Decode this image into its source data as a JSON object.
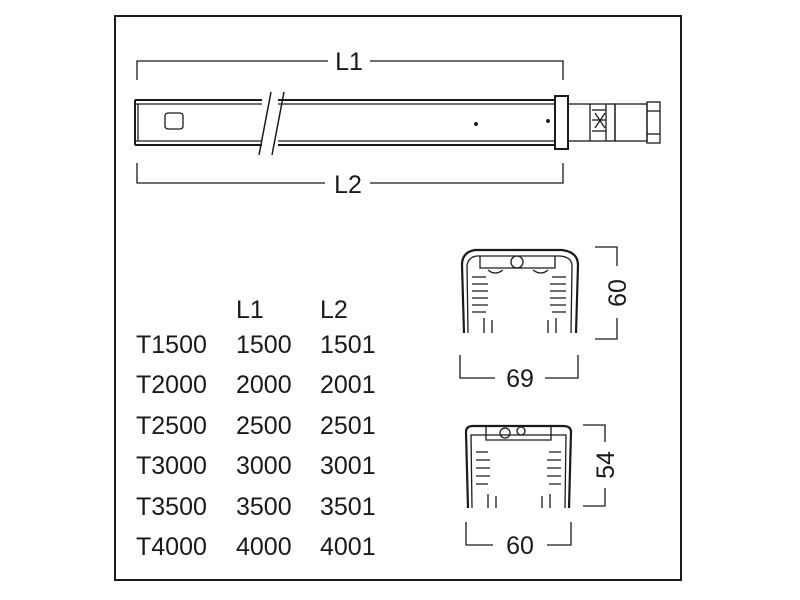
{
  "track_drawing": {
    "dim_l1": "L1",
    "dim_l2": "L2"
  },
  "table": {
    "headers": [
      "",
      "L1",
      "L2"
    ],
    "rows": [
      [
        "T1500",
        "1500",
        "1501"
      ],
      [
        "T2000",
        "2000",
        "2001"
      ],
      [
        "T2500",
        "2500",
        "2501"
      ],
      [
        "T3000",
        "3000",
        "3001"
      ],
      [
        "T3500",
        "3500",
        "3501"
      ],
      [
        "T4000",
        "4000",
        "4001"
      ]
    ]
  },
  "profile_large": {
    "width_label": "69",
    "height_label": "60"
  },
  "profile_small": {
    "width_label": "60",
    "height_label": "54"
  }
}
